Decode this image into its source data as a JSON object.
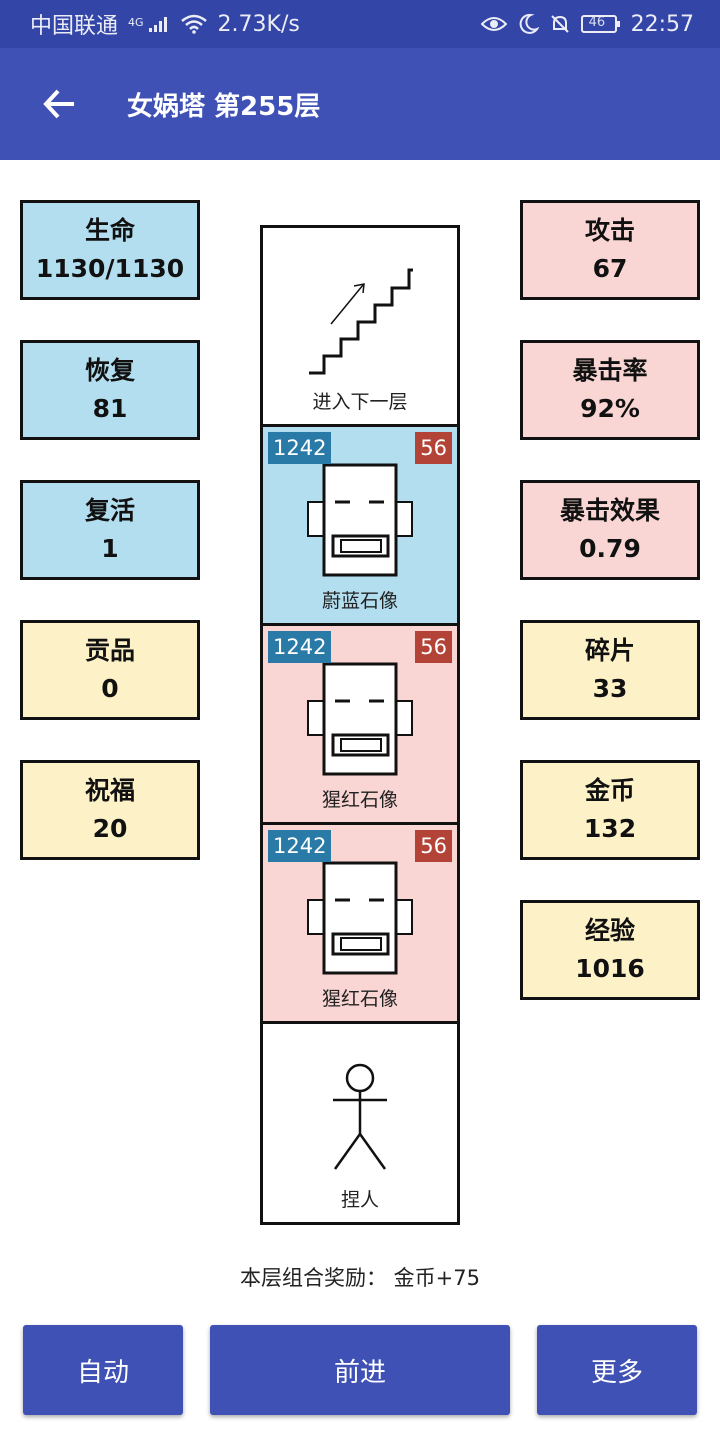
{
  "status_bar": {
    "carrier": "中国联通",
    "network": "4G",
    "speed": "2.73K/s",
    "battery": "46",
    "time": "22:57"
  },
  "header": {
    "title": "女娲塔 第255层"
  },
  "stats_left": [
    {
      "label": "生命",
      "value": "1130/1130",
      "color": "#b3def0"
    },
    {
      "label": "恢复",
      "value": "81",
      "color": "#b3def0"
    },
    {
      "label": "复活",
      "value": "1",
      "color": "#b3def0"
    },
    {
      "label": "贡品",
      "value": "0",
      "color": "#fdf1c8"
    },
    {
      "label": "祝福",
      "value": "20",
      "color": "#fdf1c8"
    }
  ],
  "stats_right": [
    {
      "label": "攻击",
      "value": "67",
      "color": "#f9d6d4"
    },
    {
      "label": "暴击率",
      "value": "92%",
      "color": "#f9d6d4"
    },
    {
      "label": "暴击效果",
      "value": "0.79",
      "color": "#f9d6d4"
    },
    {
      "label": "碎片",
      "value": "33",
      "color": "#fdf1c8"
    },
    {
      "label": "金币",
      "value": "132",
      "color": "#fdf1c8"
    },
    {
      "label": "经验",
      "value": "1016",
      "color": "#fdf1c8"
    }
  ],
  "tower": {
    "cells": [
      {
        "type": "stairs",
        "label": "进入下一层"
      },
      {
        "type": "enemy",
        "label": "蔚蓝石像",
        "hp": "1242",
        "atk": "56",
        "color": "#b3def0"
      },
      {
        "type": "enemy",
        "label": "猩红石像",
        "hp": "1242",
        "atk": "56",
        "color": "#f9d6d4"
      },
      {
        "type": "enemy",
        "label": "猩红石像",
        "hp": "1242",
        "atk": "56",
        "color": "#f9d6d4"
      },
      {
        "type": "player",
        "label": "捏人"
      }
    ]
  },
  "bonus": {
    "text": "本层组合奖励： 金币+75"
  },
  "buttons": {
    "auto": "自动",
    "forward": "前进",
    "more": "更多"
  },
  "colors": {
    "status_bar": "#3346a8",
    "app_bar": "#3f51b5",
    "hp_badge": "#2a7aa8",
    "atk_badge": "#b24336"
  }
}
